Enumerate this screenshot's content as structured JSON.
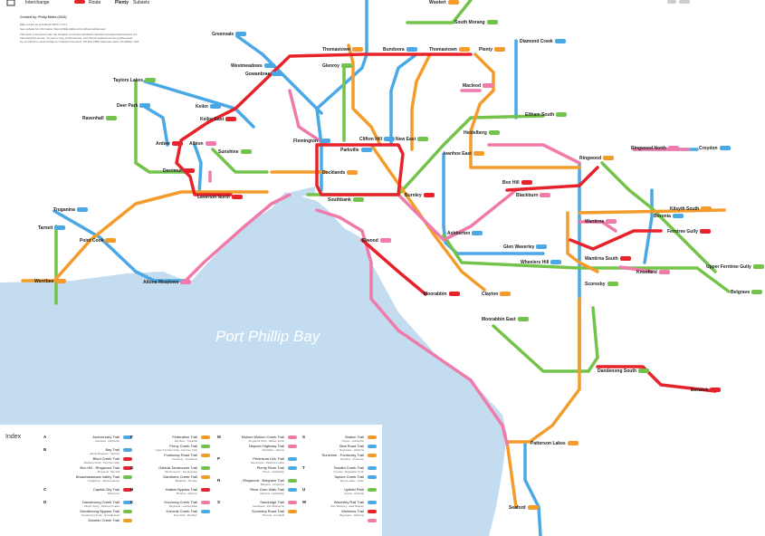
{
  "legend": {
    "interchange": "Interchange",
    "route": "Route",
    "plenty": "Plenty",
    "subsets": "Subsets"
  },
  "credit": {
    "line1": "Created by: Philip Mallis (2023)",
    "line2": "Map current as of 6 March 2023  v 2.0.1",
    "line3": "See website for information https://philipmallis.com/melbournebikemap/",
    "line4": "This work is licensed under the Creative Commons Attribution-NonCommercial-NoDerivatives 4.0",
    "line5": "International License. To view a copy of this license, visit http://creativecommons.org/licenses/",
    "line6": "by-nc-nd/4.0/ or send a letter to Creative Commons, PO Box 1866, Mountain View, CA 94042, USA"
  },
  "bay_label": "Port Phillip Bay",
  "colors": {
    "red": "#e8222b",
    "blue": "#4aa8e6",
    "green": "#73c34a",
    "orange": "#f39c2b",
    "pink": "#f07bab",
    "water": "#c3dcf0"
  },
  "places": [
    {
      "n": "Woolert",
      "c": "orange"
    },
    {
      "n": "South Morang",
      "c": "green"
    },
    {
      "n": "Greenvale",
      "c": "blue"
    },
    {
      "n": "Thomastown",
      "c": "orange"
    },
    {
      "n": "Bundoora",
      "c": "blue"
    },
    {
      "n": "Thomastown",
      "c": "orange"
    },
    {
      "n": "Plenty",
      "c": "orange"
    },
    {
      "n": "Diamond Creek",
      "c": "blue"
    },
    {
      "n": "Westmeadows",
      "c": "blue"
    },
    {
      "n": "Gowanbrae",
      "c": "blue"
    },
    {
      "n": "Glenroy",
      "c": "green"
    },
    {
      "n": "Taylors Lakes",
      "c": "green"
    },
    {
      "n": "Macleod",
      "c": "pink"
    },
    {
      "n": "Keilor",
      "c": "blue"
    },
    {
      "n": "Deer Park",
      "c": "blue"
    },
    {
      "n": "Eltham South",
      "c": "green"
    },
    {
      "n": "Keilor East",
      "c": "red"
    },
    {
      "n": "Ravenhall",
      "c": "green"
    },
    {
      "n": "Heidelberg",
      "c": "green"
    },
    {
      "n": "Flemington",
      "c": "blue"
    },
    {
      "n": "Clifton Hill",
      "c": "blue"
    },
    {
      "n": "New East",
      "c": "green"
    },
    {
      "n": "Ardeer",
      "c": "red"
    },
    {
      "n": "Albion",
      "c": "pink"
    },
    {
      "n": "Parkville",
      "c": "blue"
    },
    {
      "n": "Ivanhoe East",
      "c": "orange"
    },
    {
      "n": "Ringwood North",
      "c": "pink"
    },
    {
      "n": "Croydon",
      "c": "blue"
    },
    {
      "n": "Sunshine",
      "c": "green"
    },
    {
      "n": "Ringwood",
      "c": "orange"
    },
    {
      "n": "Derrimut",
      "c": "red"
    },
    {
      "n": "Docklands",
      "c": "orange"
    },
    {
      "n": "Box Hill",
      "c": "red"
    },
    {
      "n": "Laverton North",
      "c": "red"
    },
    {
      "n": "Burnley",
      "c": "red"
    },
    {
      "n": "Blackburn",
      "c": "pink"
    },
    {
      "n": "Southbank",
      "c": "green"
    },
    {
      "n": "Kilsyth South",
      "c": "orange"
    },
    {
      "n": "Truganina",
      "c": "blue"
    },
    {
      "n": "Wantirna",
      "c": "pink"
    },
    {
      "n": "Boronia",
      "c": "blue"
    },
    {
      "n": "Tarneit",
      "c": "blue"
    },
    {
      "n": "Ashburton",
      "c": "blue"
    },
    {
      "n": "Ferntree Gully",
      "c": "red"
    },
    {
      "n": "Point Cook",
      "c": "orange"
    },
    {
      "n": "Elwood",
      "c": "pink"
    },
    {
      "n": "Glen Waverley",
      "c": "blue"
    },
    {
      "n": "Wantirna South",
      "c": "red"
    },
    {
      "n": "Wheelers Hill",
      "c": "blue"
    },
    {
      "n": "Upper Ferntree Gully",
      "c": "green"
    },
    {
      "n": "Knoxfield",
      "c": "pink"
    },
    {
      "n": "Werribee",
      "c": "orange"
    },
    {
      "n": "Altona Meadows",
      "c": "pink"
    },
    {
      "n": "Scoresby",
      "c": "green"
    },
    {
      "n": "Moorabbin",
      "c": "red"
    },
    {
      "n": "Clayton",
      "c": "orange"
    },
    {
      "n": "Belgrave",
      "c": "green"
    },
    {
      "n": "Moorabbin East",
      "c": "green"
    },
    {
      "n": "Dandenong South",
      "c": "green"
    },
    {
      "n": "Berwick",
      "c": "red"
    },
    {
      "n": "Patterson Lakes",
      "c": "orange"
    },
    {
      "n": "Seaford",
      "c": "orange"
    }
  ],
  "index": {
    "title": "Index",
    "columns": [
      {
        "letter": "A",
        "items": [
          {
            "name": "Anniversary Trail",
            "sub": "Kew East - Ashburton",
            "c": "blue"
          }
        ]
      },
      {
        "letter": "B",
        "items": [
          {
            "name": "Bay Trail",
            "sub": "Altona Meadows - Seaford",
            "c": "blue"
          },
          {
            "name": "Blind Creek Trail",
            "sub": "Wantirna South - Ferntree Gully",
            "c": "red"
          },
          {
            "name": "Box Hill - Ringwood Trail",
            "sub": "Ringwood - Box Hill",
            "c": "red"
          },
          {
            "name": "Broadmeadows Valley Trail",
            "sub": "Craigieburn - Westmeadows",
            "c": "green"
          }
        ]
      },
      {
        "letter": "C",
        "items": [
          {
            "name": "Capital City Trail",
            "sub": "Melbourne",
            "c": "red"
          }
        ]
      },
      {
        "letter": "D",
        "items": [
          {
            "name": "Dandenong Creek Trail",
            "sub": "Kilsyth South - Patterson Lakes",
            "c": "blue"
          },
          {
            "name": "Dandenong Bypass Trail",
            "sub": "Dandenong South - Rowville East",
            "c": "green"
          },
          {
            "name": "Darebin Creek Trail",
            "sub": "",
            "c": "orange"
          }
        ]
      },
      {
        "letter": "F",
        "items": [
          {
            "name": "Federation Trail",
            "sub": "Werribee - Yarraville",
            "c": "orange"
          },
          {
            "name": "Ferny Creek Trail",
            "sub": "Upper Ferntree Gully - Ferntree Gully",
            "c": "green"
          },
          {
            "name": "Footscray Road Trail",
            "sub": "Footscray - Docklands",
            "c": "orange"
          }
        ]
      },
      {
        "letter": "G",
        "items": [
          {
            "name": "Gelada-Tambooree Trail",
            "sub": "Montmorency - Templestowe",
            "c": "green"
          },
          {
            "name": "Gardiners Creek Trail",
            "sub": "Blackburn - Burnley",
            "c": "orange"
          }
        ]
      },
      {
        "letter": "H",
        "items": [
          {
            "name": "Hallam Bypass Trail",
            "sub": "Berwick - Doveton",
            "c": "red"
          }
        ]
      },
      {
        "letter": "K",
        "items": [
          {
            "name": "Koonung Creek Trail",
            "sub": "Ringwood - Ivanhoe East",
            "c": "pink"
          },
          {
            "name": "Kororoit Creek Trail",
            "sub": "Deer Park - Brooklyn",
            "c": "blue"
          }
        ]
      },
      {
        "letter": "M",
        "items": [
          {
            "name": "Mullum Mullum Creek Trail",
            "sub": "Ringwood North - Eltham South",
            "c": "pink"
          },
          {
            "name": "Nepean Highway Trail",
            "sub": "Mordialloc - Elwood",
            "c": "pink"
          }
        ]
      },
      {
        "letter": "P",
        "items": [
          {
            "name": "Peninsula Link Trail",
            "sub": "Moorooduc - Patterson Lakes",
            "c": "blue"
          },
          {
            "name": "Plenty River Trail",
            "sub": "Plenty - Heidelberg",
            "c": "blue"
          }
        ]
      },
      {
        "letter": "R",
        "items": [
          {
            "name": "Ringwood - Belgrave Trail",
            "sub": "Belgrave - Ringwood",
            "c": "green"
          },
          {
            "name": "River Gum Walk Trail",
            "sub": "Macleod - Heidelberg",
            "c": "blue"
          }
        ]
      },
      {
        "letter": "S",
        "items": [
          {
            "name": "Sandridge Trail",
            "sub": "Southbank - Port Melbourne",
            "c": "pink"
          },
          {
            "name": "Scoresby Road Trail",
            "sub": "Boronia - Knoxfield",
            "c": "orange"
          }
        ]
      },
      {
        "letter": "S",
        "items": [
          {
            "name": "Station Trail",
            "sub": "Clayton - Ashburton",
            "c": "orange"
          },
          {
            "name": "Skal Road Trail",
            "sub": "Bayswater - Wantirna",
            "c": "blue"
          },
          {
            "name": "Sunshine - Footscray Trail",
            "sub": "Sunshine - Footscray",
            "c": "orange"
          }
        ]
      },
      {
        "letter": "T",
        "items": [
          {
            "name": "Tarralla Creek Trail",
            "sub": "Croydon - Bayswater North",
            "c": "blue"
          },
          {
            "name": "Taylors Creek Trail",
            "sub": "Taylors Lakes - Keilor",
            "c": "blue"
          }
        ]
      },
      {
        "letter": "U",
        "items": [
          {
            "name": "Upfield Path",
            "sub": "Gowrie - Parkville",
            "c": "green"
          }
        ]
      },
      {
        "letter": "W",
        "items": [
          {
            "name": "Waverley Rail Trail",
            "sub": "Glen Waverley - East Malvern",
            "c": "blue"
          },
          {
            "name": "Wellness Trail",
            "sub": "Bayswater - Wantirna",
            "c": "red"
          },
          {
            "name": "",
            "sub": "",
            "c": "pink"
          }
        ]
      }
    ]
  }
}
